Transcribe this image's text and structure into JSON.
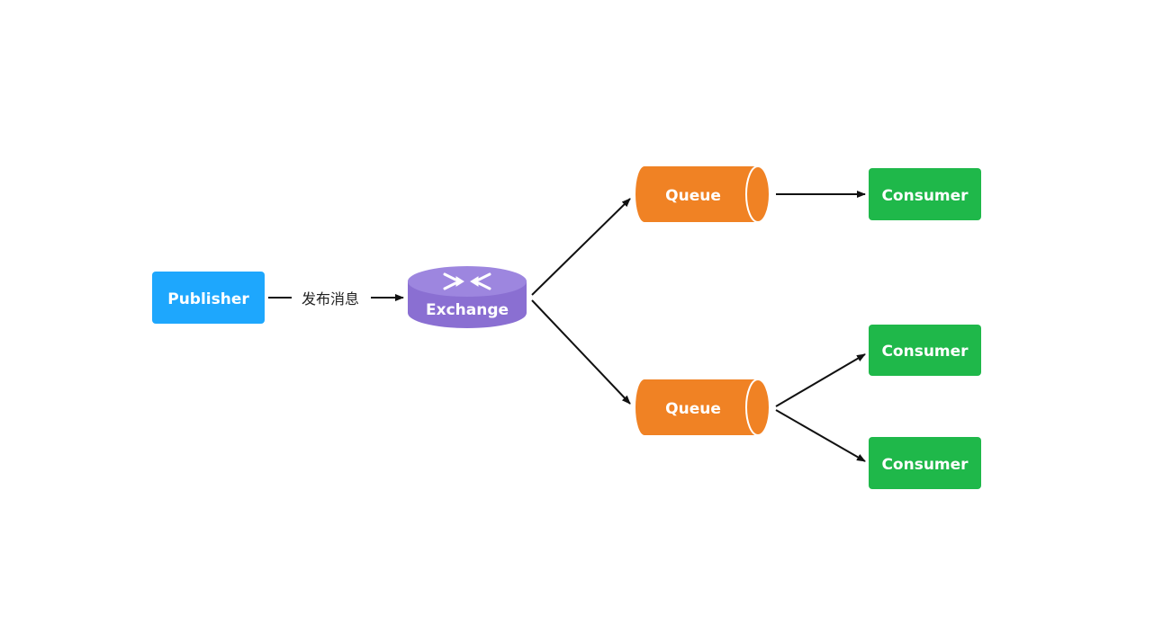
{
  "diagram": {
    "publisher": {
      "label": "Publisher",
      "color": "#1ea7fd"
    },
    "publish_edge": {
      "label": "发布消息"
    },
    "exchange": {
      "label": "Exchange",
      "color": "#8a6fd2",
      "top_color": "#9d86df",
      "icon": "exchange-router-icon"
    },
    "queues": [
      {
        "label": "Queue",
        "color": "#f08224"
      },
      {
        "label": "Queue",
        "color": "#f08224"
      }
    ],
    "consumers": [
      {
        "label": "Consumer",
        "color": "#1fb84a"
      },
      {
        "label": "Consumer",
        "color": "#1fb84a"
      },
      {
        "label": "Consumer",
        "color": "#1fb84a"
      }
    ]
  }
}
